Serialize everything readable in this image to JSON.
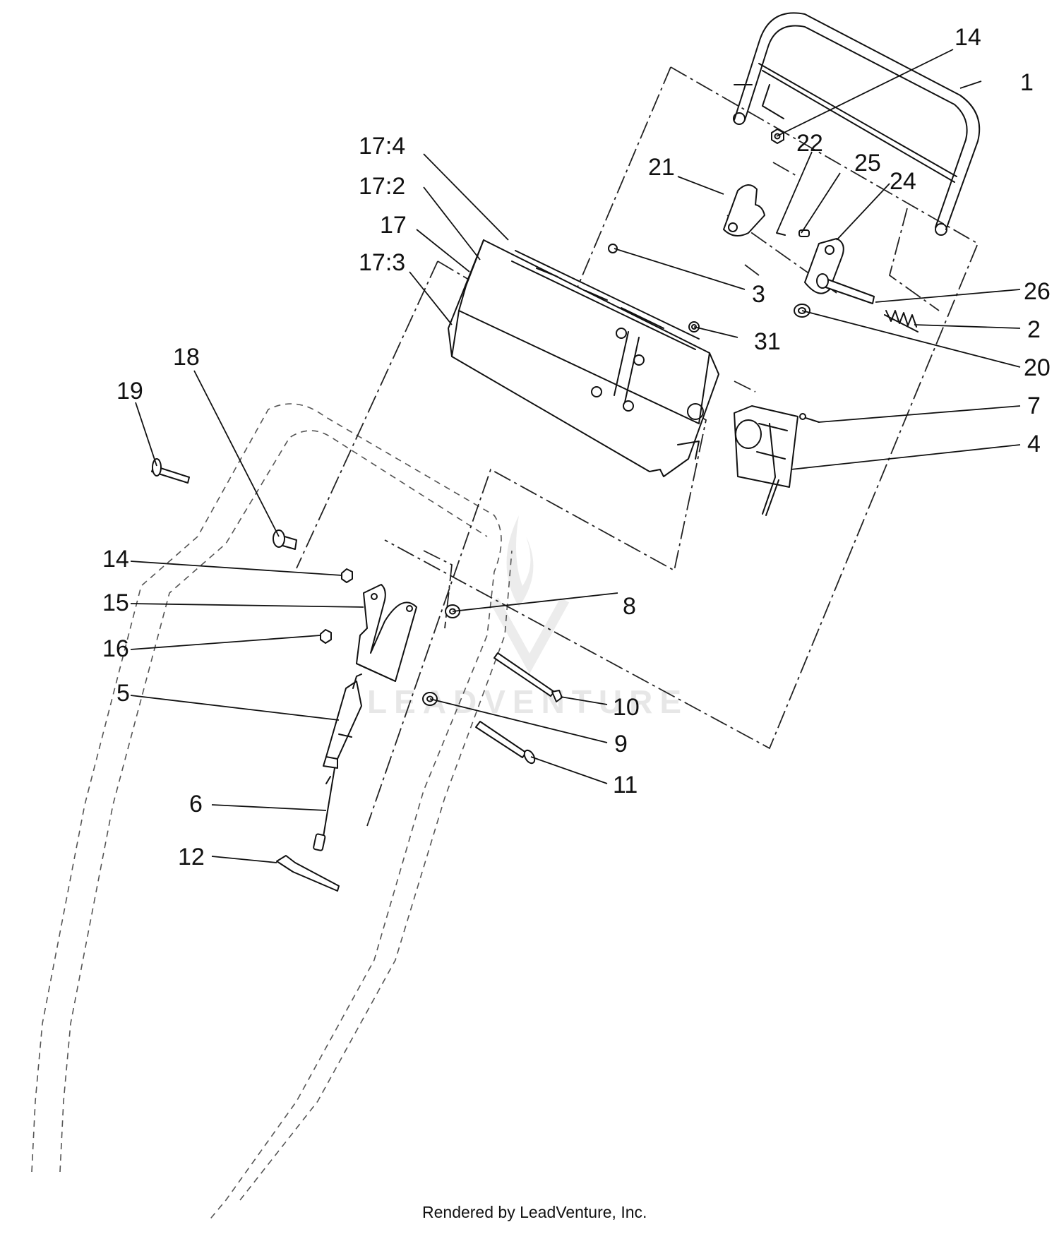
{
  "diagram": {
    "callouts": {
      "c1": "1",
      "c2": "2",
      "c3": "3",
      "c4": "4",
      "c5": "5",
      "c6": "6",
      "c7": "7",
      "c8": "8",
      "c9": "9",
      "c10": "10",
      "c11": "11",
      "c12": "12",
      "c14_top": "14",
      "c14_left": "14",
      "c15": "15",
      "c16": "16",
      "c17": "17",
      "c17_2": "17:2",
      "c17_3": "17:3",
      "c17_4": "17:4",
      "c18": "18",
      "c19": "19",
      "c20": "20",
      "c21": "21",
      "c22": "22",
      "c24": "24",
      "c25": "25",
      "c26": "26",
      "c31": "31"
    },
    "watermark": "LEADVENTURE",
    "credit": "Rendered by LeadVenture, Inc."
  }
}
